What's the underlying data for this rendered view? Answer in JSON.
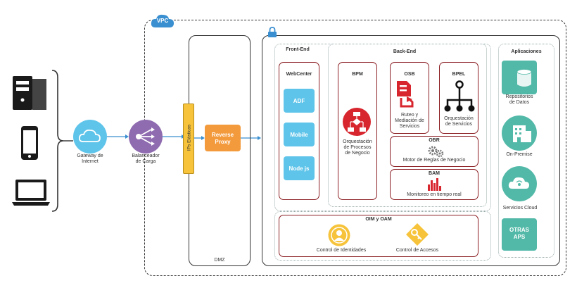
{
  "vpc": {
    "badge": "VPC"
  },
  "gateway": {
    "label_line1": "Gateway de",
    "label_line2": "Internet"
  },
  "balancer": {
    "label_line1": "Balanceador",
    "label_line2": "de Carga"
  },
  "elastic_ips": {
    "label": "IPs Elásticas"
  },
  "reverse_proxy": {
    "line1": "Reverse",
    "line2": "Proxy"
  },
  "dmz": {
    "label": "DMZ"
  },
  "frontend": {
    "title": "Front-End",
    "webcenter": "WebCenter",
    "items": [
      "ADF",
      "Mobile",
      "Node js"
    ]
  },
  "backend": {
    "title": "Back-End",
    "bpm": {
      "title": "BPM",
      "desc_line1": "Orquestación",
      "desc_line2": "de Procesos",
      "desc_line3": "de Negocio"
    },
    "osb": {
      "title": "OSB",
      "desc_line1": "Ruteo y",
      "desc_line2": "Mediación de",
      "desc_line3": "Servicios"
    },
    "bpel": {
      "title": "BPEL",
      "desc_line1": "Orquestación",
      "desc_line2": "de Servicios"
    },
    "obr": {
      "title": "OBR",
      "desc": "Motor de Reglas de Negocio"
    },
    "bam": {
      "title": "BAM",
      "desc": "Monitoreo en tiempo real"
    }
  },
  "security": {
    "title": "OIM  y OAM",
    "identity": "Control de Identidades",
    "access": "Control de Accesos"
  },
  "apps": {
    "title": "Aplicaciones",
    "repos_line1": "Repositorios",
    "repos_line2": "de Datos",
    "onprem": "On-Premise",
    "cloud": "Servicios Cloud",
    "other_line1": "OTRAS",
    "other_line2": "APS"
  },
  "colors": {
    "accent_red": "#8b1f24",
    "blue": "#5fc4ea",
    "teal": "#52b9a8",
    "orange": "#f39a3c",
    "yellow": "#f6c33a"
  }
}
